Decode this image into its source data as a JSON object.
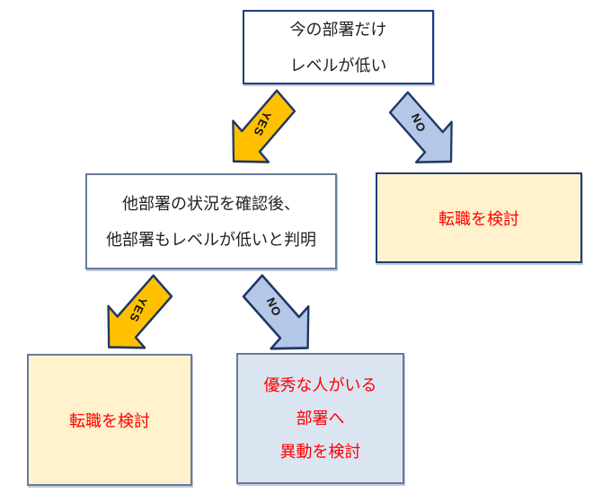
{
  "colors": {
    "yes_arrow_fill": "#FFC000",
    "no_arrow_fill": "#B4C7E7",
    "arrow_outline": "#1F3864",
    "top_box_border": "#203E78",
    "bottom_box_border": "#6A7A9B",
    "cream_fill": "#FFF2CC",
    "light_blue_fill": "#DBE5F2",
    "red_text": "#FF0000",
    "black_text": "#1F1F1F",
    "background": "#FFFFFF"
  },
  "nodes": {
    "start": {
      "lines": [
        "今の部署だけ",
        "レベルが低い"
      ]
    },
    "check_other": {
      "lines": [
        "他部署の状況を確認後、",
        "他部署もレベルが低いと判明"
      ]
    },
    "job_change_right": {
      "lines": [
        "転職を検討"
      ]
    },
    "job_change_left": {
      "lines": [
        "転職を検討"
      ]
    },
    "transfer": {
      "lines": [
        "優秀な人がいる",
        "部署へ",
        "異動を検討"
      ]
    }
  },
  "arrows": {
    "yes_top": {
      "label": "YES"
    },
    "no_top": {
      "label": "NO"
    },
    "yes_bottom": {
      "label": "YES"
    },
    "no_bottom": {
      "label": "NO"
    }
  }
}
